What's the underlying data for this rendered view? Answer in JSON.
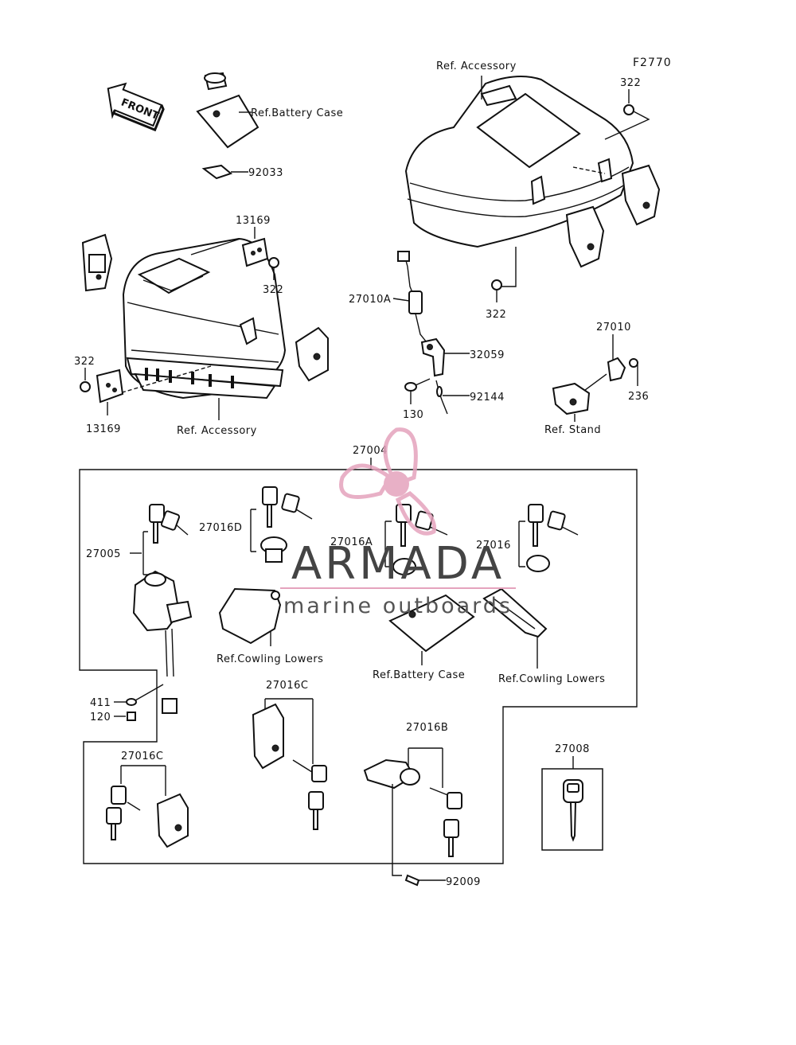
{
  "diagram": {
    "code": "F2770",
    "front_label": "FRONT",
    "labels": {
      "ref_accessory_top": "Ref. Accessory",
      "ref_battery_case_top": "Ref.Battery Case",
      "p92033": "92033",
      "p13169_a": "13169",
      "p322_a": "322",
      "p322_b": "322",
      "p322_c": "322",
      "p322_d": "322",
      "p13169_b": "13169",
      "ref_accessory_left": "Ref. Accessory",
      "p27010A": "27010A",
      "p32059": "32059",
      "p92144": "92144",
      "p130": "130",
      "p27010": "27010",
      "p236": "236",
      "ref_stand": "Ref. Stand",
      "p27004": "27004",
      "p27005": "27005",
      "p27016D": "27016D",
      "p27016A": "27016A",
      "p27016": "27016",
      "ref_cowling_lowers_left": "Ref.Cowling Lowers",
      "ref_battery_case_mid": "Ref.Battery Case",
      "ref_cowling_lowers_right": "Ref.Cowling Lowers",
      "p411": "411",
      "p120": "120",
      "p27016C_a": "27016C",
      "p27016C_b": "27016C",
      "p27016B": "27016B",
      "p27008": "27008",
      "p92009": "92009"
    }
  },
  "watermark": {
    "brand": "ARMADA",
    "tagline": "marine outboards",
    "logo_color": "#e5a3bd"
  }
}
